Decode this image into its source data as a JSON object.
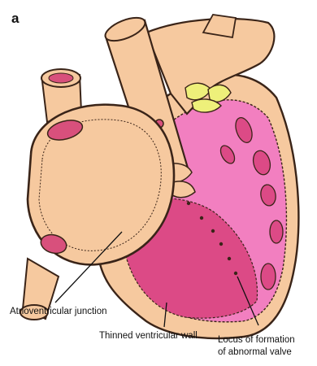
{
  "panel_letter": "a",
  "labels": {
    "atrioventricular_junction": "Atrioventricular junction",
    "thinned_ventricular_wall": "Thinned ventricular wall",
    "locus_line1": "Locus of formation",
    "locus_line2": "of abnormal valve"
  },
  "colors": {
    "skin": "#f6c99f",
    "outline": "#3a2418",
    "pink_light": "#f27fc0",
    "pink_deep": "#dc4a86",
    "valve_yellow": "#eef07a",
    "orifice_red": "#d8507c"
  }
}
